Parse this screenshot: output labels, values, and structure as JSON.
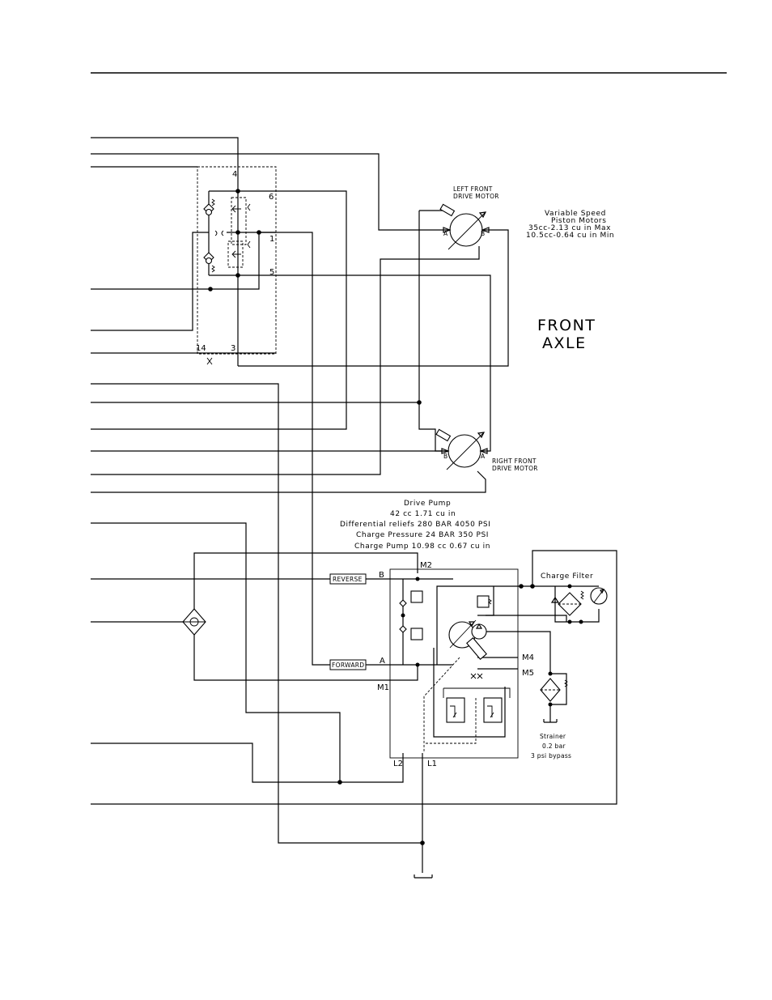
{
  "port_numbers": {
    "p4": "4",
    "p6": "6",
    "p1": "1",
    "p5": "5",
    "p14": "14",
    "p3": "3"
  },
  "left_motor": {
    "line1": "LEFT FRONT",
    "line2": "DRIVE MOTOR",
    "port_a": "A",
    "port_b": "B"
  },
  "right_motor": {
    "line1": "RIGHT FRONT",
    "line2": "DRIVE MOTOR",
    "port_a": "A",
    "port_b": "B"
  },
  "motor_spec": {
    "line1": "Variable Speed",
    "line2": "Piston Motors",
    "line3": "35cc-2.13 cu in  Max",
    "line4": "10.5cc-0.64 cu in Min"
  },
  "axle_label": {
    "line1": "FRONT",
    "line2": "AXLE"
  },
  "pump_spec": {
    "line1": "Drive Pump",
    "line2": "42 cc 1.71 cu in",
    "line3": "Differential reliefs 280 BAR 4050 PSI",
    "line4": "Charge Pressure 24 BAR 350 PSI",
    "line5": "Charge Pump 10.98 cc 0.67 cu in"
  },
  "pump_ports": {
    "m2": "M2",
    "b": "B",
    "a": "A",
    "m1": "M1",
    "m4": "M4",
    "m5": "M5",
    "l2": "L2",
    "l1": "L1"
  },
  "direction_labels": {
    "reverse": "REVERSE",
    "forward": "FORWARD"
  },
  "charge_filter": "Charge Filter",
  "strainer": {
    "line1": "Strainer",
    "line2": "0.2 bar",
    "line3": "3 psi bypass"
  }
}
